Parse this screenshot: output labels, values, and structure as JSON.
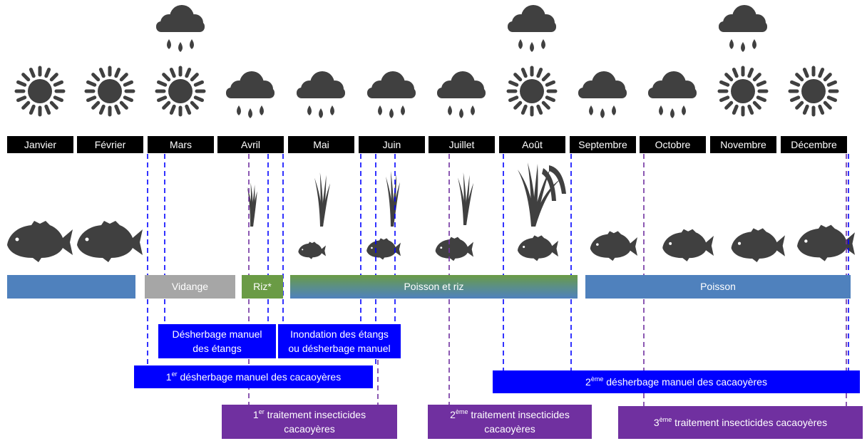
{
  "months": [
    "Janvier",
    "Février",
    "Mars",
    "Avril",
    "Mai",
    "Juin",
    "Juillet",
    "Août",
    "Septembre",
    "Octobre",
    "Novembre",
    "Décembre"
  ],
  "weather": {
    "row_top": [
      "none",
      "none",
      "rain",
      "none",
      "none",
      "none",
      "none",
      "rain",
      "none",
      "none",
      "rain",
      "none"
    ],
    "row_main": [
      "sun",
      "sun",
      "sun",
      "rain",
      "rain",
      "rain",
      "rain",
      "sun",
      "rain",
      "rain",
      "sun",
      "sun"
    ]
  },
  "phases": {
    "vidange": "Vidange",
    "riz": "Riz*",
    "poisson_riz": "Poisson et riz",
    "poisson": "Poisson"
  },
  "tasks": {
    "desherbage_etangs": [
      "Désherbage manuel",
      "des étangs"
    ],
    "inondation": [
      "Inondation des étangs",
      "ou désherbage manuel"
    ],
    "desherbage_cacao_1": {
      "num": "1",
      "sup": "er",
      "text": " désherbage manuel des cacaoyères"
    },
    "desherbage_cacao_2": {
      "num": "2",
      "sup": "ème",
      "text": " désherbage manuel des cacaoyères"
    },
    "insecticide_1": {
      "num": "1",
      "sup": "er",
      "line1": " traitement insecticides",
      "line2": "cacaoyères"
    },
    "insecticide_2": {
      "num": "2",
      "sup": "ème",
      "line1": " traitement insecticides",
      "line2": "cacaoyères"
    },
    "insecticide_3": {
      "num": "3",
      "sup": "ème",
      "text": " traitement insecticides cacaoyères"
    }
  },
  "colors": {
    "month_bg": "#000000",
    "icon": "#404040",
    "phase_fish": "#4f81bd",
    "phase_drain": "#a6a6a6",
    "phase_rice": "#6a9b45",
    "task_blue": "#0000ff",
    "task_purple": "#7030a0"
  }
}
